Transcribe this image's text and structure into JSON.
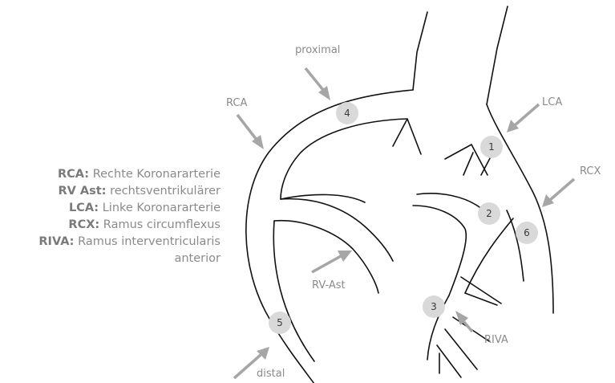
{
  "labels": {
    "proximal": "proximal",
    "rca": "RCA",
    "lca": "LCA",
    "rcx": "RCX",
    "rv_ast": "RV-Ast",
    "riva": "RIVA",
    "distal": "distal"
  },
  "markers": [
    "1",
    "2",
    "3",
    "4",
    "5",
    "6"
  ],
  "legend": [
    {
      "abbr": "RCA:",
      "text": " Rechte Koronararterie"
    },
    {
      "abbr": "RV Ast:",
      "text": " rechtsventrikulärer"
    },
    {
      "abbr": "LCA:",
      "text": " Linke Koronararterie"
    },
    {
      "abbr": "RCX:",
      "text": " Ramus circumflexus"
    },
    {
      "abbr": "RIVA:",
      "text": " Ramus interventricularis"
    },
    {
      "abbr": "",
      "text": "anterior"
    }
  ],
  "colors": {
    "vessel_stroke": "#111111",
    "arrow": "#a6a6a6",
    "marker_fill": "#d9d9d9",
    "label_text": "#8a8a8a"
  }
}
